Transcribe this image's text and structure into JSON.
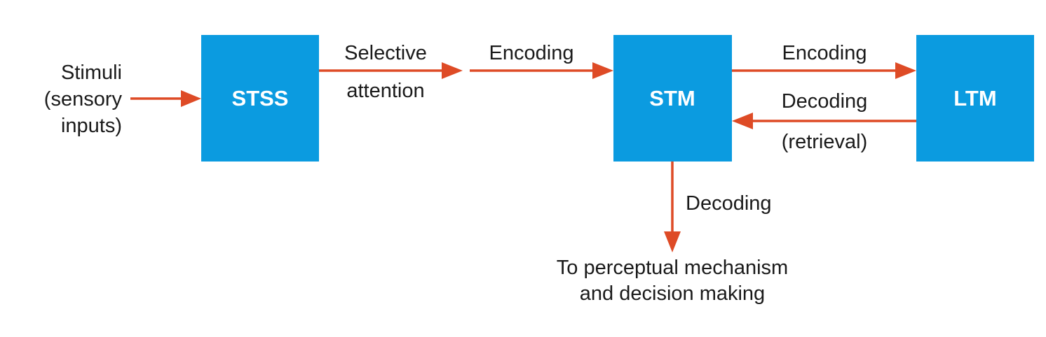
{
  "colors": {
    "box": "#0b9be0",
    "arrow": "#de4b26",
    "text": "#1a1a1a",
    "box_text": "#ffffff"
  },
  "nodes": {
    "stss": "STSS",
    "stm": "STM",
    "ltm": "LTM"
  },
  "input": {
    "line1": "Stimuli",
    "line2": "(sensory",
    "line3": "inputs)"
  },
  "edges": {
    "selective_line1": "Selective",
    "selective_line2": "attention",
    "encoding_to_stm": "Encoding",
    "encoding_to_ltm": "Encoding",
    "decoding_from_ltm_line1": "Decoding",
    "decoding_from_ltm_line2": "(retrieval)",
    "decoding_down": "Decoding"
  },
  "output": {
    "line1": "To perceptual mechanism",
    "line2": "and decision making"
  }
}
